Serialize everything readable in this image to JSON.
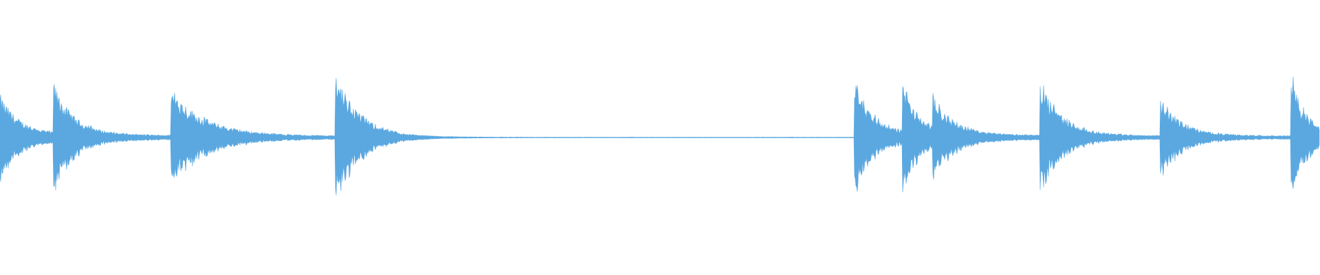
{
  "waveform": {
    "color": "#5ba8e0",
    "background": "#ffffff",
    "duration_fraction_end": 1.0,
    "onsets": [
      {
        "t": 0.0,
        "peak": 0.42,
        "decay": 7.0,
        "floor": 0.04
      },
      {
        "t": 0.0405,
        "peak": 0.55,
        "decay": 6.5,
        "floor": 0.03
      },
      {
        "t": 0.1295,
        "peak": 0.5,
        "decay": 4.0,
        "floor": 0.025
      },
      {
        "t": 0.254,
        "peak": 0.7,
        "decay": 5.5,
        "floor": 0.006
      },
      {
        "t": 0.647,
        "peak": 0.62,
        "decay": 8.0,
        "floor": 0.05
      },
      {
        "t": 0.6835,
        "peak": 0.58,
        "decay": 9.0,
        "floor": 0.05
      },
      {
        "t": 0.7065,
        "peak": 0.4,
        "decay": 6.0,
        "floor": 0.03
      },
      {
        "t": 0.788,
        "peak": 0.55,
        "decay": 6.0,
        "floor": 0.025
      },
      {
        "t": 0.879,
        "peak": 0.42,
        "decay": 6.5,
        "floor": 0.025
      },
      {
        "t": 0.978,
        "peak": 0.6,
        "decay": 9.0,
        "floor": 0.05
      }
    ]
  }
}
